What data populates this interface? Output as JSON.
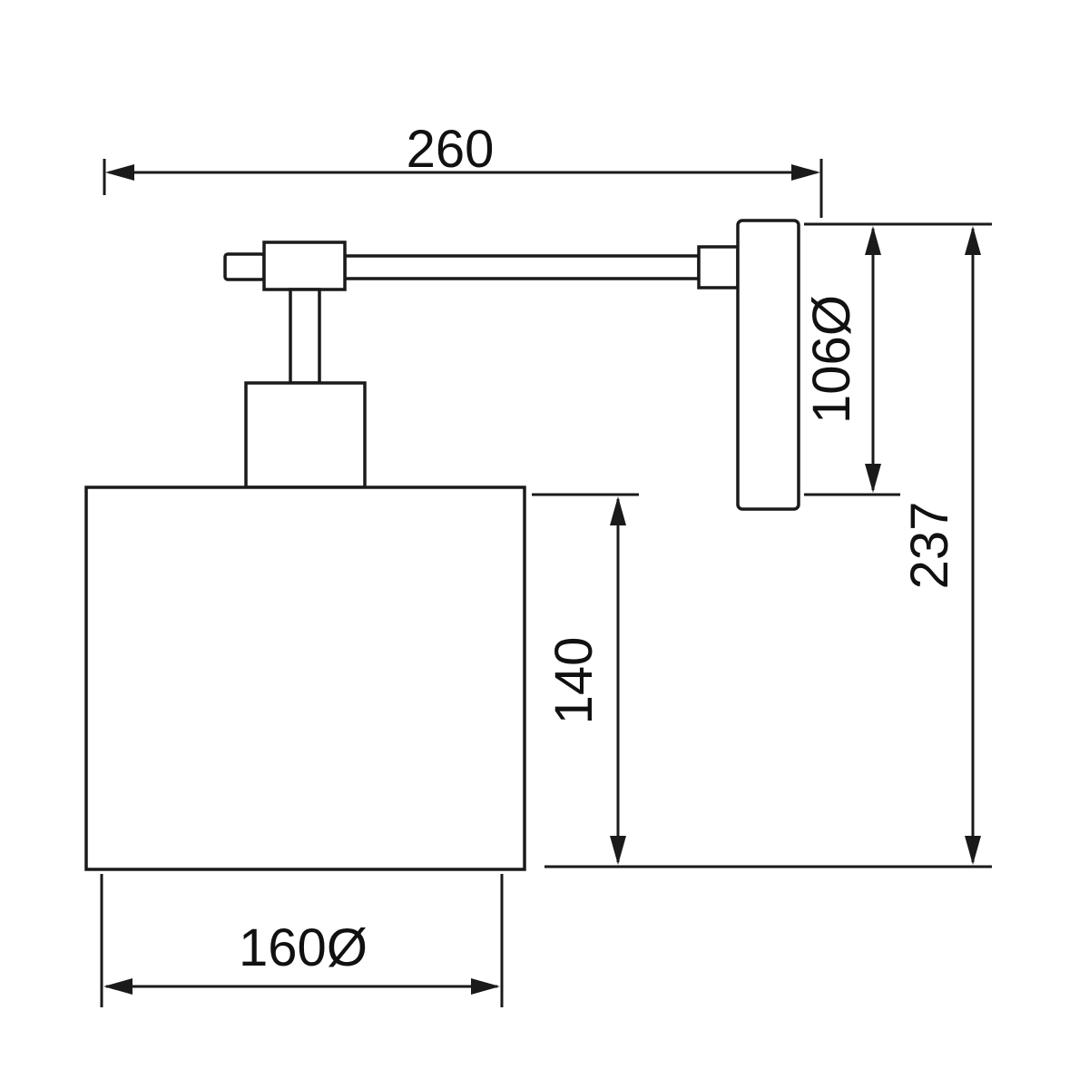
{
  "drawing": {
    "type": "technical-dimension-drawing",
    "line_color": "#1a1a1a",
    "background_color": "#ffffff",
    "dimensions": {
      "overall_width": "260",
      "backplate_diameter": "106Ø",
      "overall_height": "237",
      "shade_height": "140",
      "shade_diameter": "160Ø"
    }
  }
}
